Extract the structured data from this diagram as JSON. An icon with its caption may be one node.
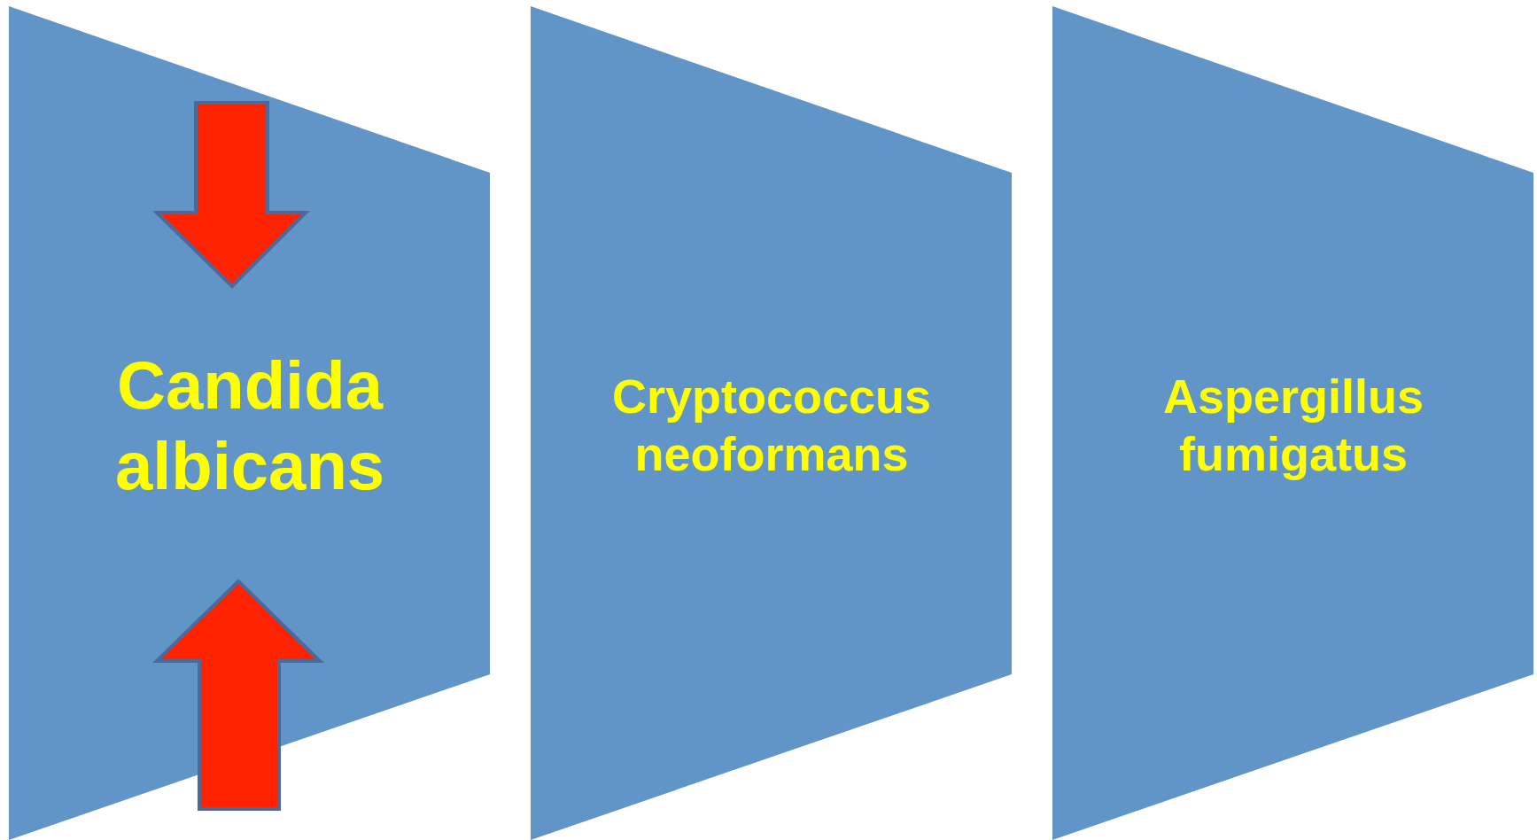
{
  "diagram": {
    "nodes": [
      {
        "text": [
          "Candida albicans"
        ]
      },
      {
        "text": [
          "Cryptococcus neoformans"
        ]
      },
      {
        "text": [
          "Aspergillus fumigatus"
        ]
      }
    ]
  }
}
